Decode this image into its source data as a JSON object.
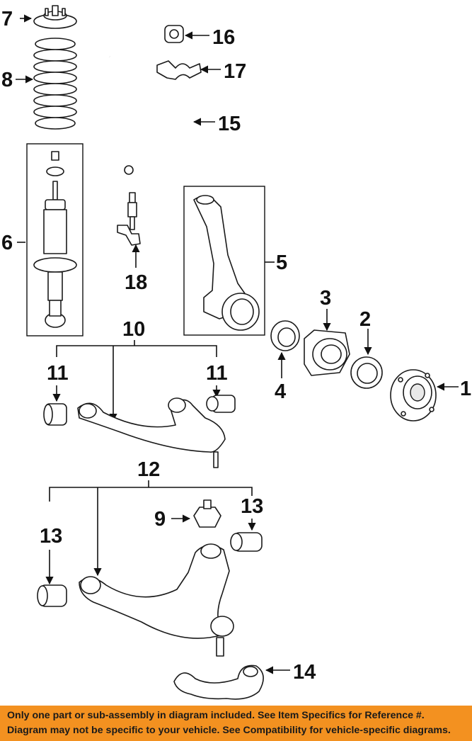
{
  "callouts": {
    "c1": "1",
    "c2": "2",
    "c3": "3",
    "c4": "4",
    "c5": "5",
    "c6": "6",
    "c7": "7",
    "c8": "8",
    "c9": "9",
    "c10": "10",
    "c11a": "11",
    "c11b": "11",
    "c12": "12",
    "c13a": "13",
    "c13b": "13",
    "c14": "14",
    "c15": "15",
    "c16": "16",
    "c17": "17",
    "c18": "18"
  },
  "footer": {
    "line1": "Only one part or sub-assembly in diagram included. See Item Specifics for Reference #.",
    "line2": "Diagram may not be specific to your vehicle. See Compatibility for vehicle-specific diagrams."
  },
  "colors": {
    "footer_bg": "#f39120",
    "ink": "#111111"
  }
}
